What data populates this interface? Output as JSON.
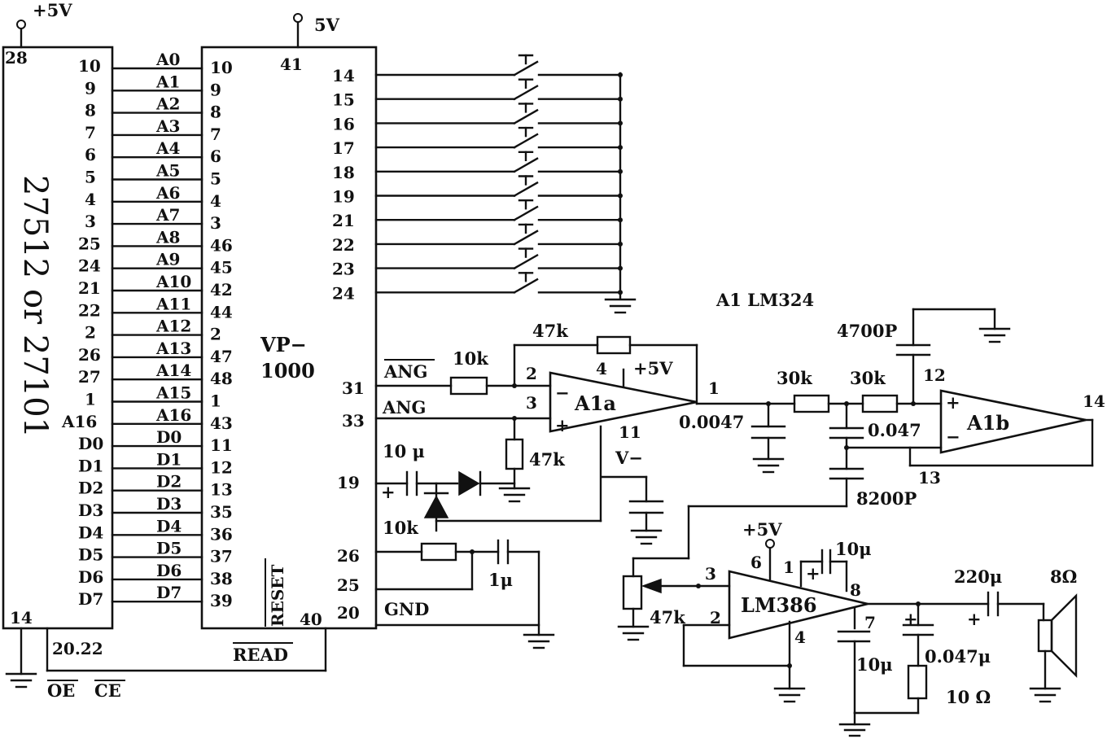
{
  "supplies": {
    "rom_vcc": "+5V",
    "vp_vcc": "5V",
    "amp_vcc": "+5V",
    "opamp_vcc": "+5V",
    "opamp_vneg": "V−"
  },
  "rom": {
    "name": "27512 or 27101",
    "vcc_pin": "28",
    "gnd_pin": "14",
    "oe_ce_pins": "20.22",
    "oe_label": "OE",
    "ce_label": "CE",
    "pins": [
      "10",
      "9",
      "8",
      "7",
      "6",
      "5",
      "4",
      "3",
      "25",
      "24",
      "21",
      "22",
      "2",
      "26",
      "27",
      "1",
      "A16",
      "D0",
      "D1",
      "D2",
      "D3",
      "D4",
      "D5",
      "D6",
      "D7"
    ]
  },
  "bus": [
    "A0",
    "A1",
    "A2",
    "A3",
    "A4",
    "A5",
    "A6",
    "A7",
    "A8",
    "A9",
    "A10",
    "A11",
    "A12",
    "A13",
    "A14",
    "A15",
    "A16",
    "D0",
    "D1",
    "D2",
    "D3",
    "D4",
    "D5",
    "D6",
    "D7"
  ],
  "vp": {
    "name_line1": "VP−",
    "name_line2": "1000",
    "vcc_pin": "41",
    "left_pins": [
      "10",
      "9",
      "8",
      "7",
      "6",
      "5",
      "4",
      "3",
      "46",
      "45",
      "42",
      "44",
      "2",
      "47",
      "48",
      "1",
      "43",
      "11",
      "12",
      "13",
      "35",
      "36",
      "37",
      "38",
      "39"
    ],
    "switch_pins": [
      "14",
      "15",
      "16",
      "17",
      "18",
      "19",
      "21",
      "22",
      "23",
      "24"
    ],
    "right_pins": {
      "ang_bar": "31",
      "ang": "33",
      "p19": "19",
      "p26": "26",
      "p25": "25",
      "p20": "20"
    },
    "reset_label": "RESET",
    "reset_pin": "40",
    "read_label": "READ"
  },
  "signals": {
    "ang_bar": "ANG",
    "ang": "ANG",
    "gnd": "GND"
  },
  "opamp": {
    "title": "A1  LM324",
    "a1a": "A1a",
    "a1b": "A1b",
    "a1a_pins": {
      "inv": "2",
      "non": "3",
      "vcc": "4",
      "out": "1",
      "vee": "11"
    },
    "a1b_pins": {
      "out": "14",
      "inv": "13",
      "non": "12"
    }
  },
  "components": {
    "r_in": "10k",
    "r_fb": "47k",
    "r_bias": "47k",
    "c_10u": "10 μ",
    "r_reset": "10k",
    "c_1u": "1μ",
    "c_0047": "0.0047",
    "r1_30k": "30k",
    "r2_30k": "30k",
    "c_4700p": "4700P",
    "c_047": "0.047",
    "c_8200p": "8200P",
    "pot": "47k",
    "c_10u_b": "10μ",
    "c_10u_c": "10μ",
    "c_220u": "220μ",
    "speaker": "8Ω",
    "c_047u": "0.047μ",
    "r_10ohm": "10 Ω"
  },
  "lm386": {
    "name": "LM386",
    "pins": {
      "p6": "6",
      "p1": "1",
      "p8": "8",
      "p3": "3",
      "p2": "2",
      "p4": "4",
      "p7": "7"
    }
  },
  "polarity": {
    "plus": "+",
    "minus": "−"
  }
}
